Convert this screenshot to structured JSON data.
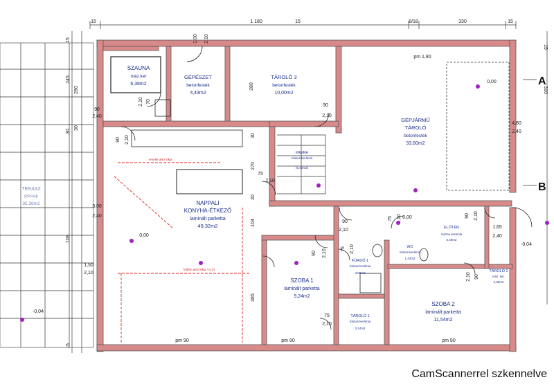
{
  "rooms": {
    "szauna": [
      "SZAUNA",
      "máz.ker",
      "6,38m2"
    ],
    "gepeszet": [
      "GÉPÉSZET",
      "betonfesték",
      "4,43m2"
    ],
    "tarolo3": [
      "TÁROLÓ 3",
      "betonfesték",
      "10,00m2"
    ],
    "garage": [
      "GÉPJÁRMŰ",
      "TÁROLÓ",
      "betonfesték",
      "33,60m2"
    ],
    "kamra": [
      "KAMRA",
      "mázas kerámia",
      "(5,40m2)"
    ],
    "nappali": [
      "NAPPALI",
      "KONYHA-ÉTKEZŐ",
      "laminált parketta",
      "49,32m2"
    ],
    "terasz": [
      "TERASZ",
      "greslap",
      "35,38m2"
    ],
    "eloter": [
      "ELŐTÉR",
      "mázas kerámia",
      "5,48m2"
    ],
    "furdo": [
      "FÜRDŐ 1",
      "mázas kerámia",
      "3,80m2"
    ],
    "wc": [
      "WC",
      "mázas kerámia",
      "1,43m2"
    ],
    "szoba1": [
      "SZOBA 1",
      "laminált parketta",
      "9,24m2"
    ],
    "tarolo1": [
      "TÁROLÓ 1",
      "mázas kerámia",
      "3,14m2"
    ],
    "szoba2": [
      "SZOBA 2",
      "laminált parketta",
      "11,54m2"
    ],
    "tarolo2": [
      "TÁROLÓ 2",
      "máz. ker.",
      "2,39m2"
    ]
  },
  "dims": {
    "top_total": "1 180",
    "top_15a": "15",
    "top_15b": "15",
    "top_15c": "15",
    "top_818": "8/18",
    "top_330": "330",
    "left_15": "15",
    "left_280": "280",
    "left_245": "245",
    "left_30": "30",
    "left_30b": "30",
    "left_108": "108",
    "left_15b": "15",
    "right_310": "310",
    "right_15": "15",
    "mid_280": "280",
    "mid_270": "270",
    "mid_385": "385",
    "mid_104": "104",
    "mid_30": "30",
    "mid_30b": "30",
    "pm180": "pm 1,80",
    "pm90a": "pm 90",
    "pm90b": "pm 90",
    "pm90c": "pm 90"
  },
  "doors": {
    "d1": [
      "1,00",
      "2,10"
    ],
    "d2": [
      "90",
      "2,10"
    ],
    "d3": [
      "90",
      "2,40"
    ],
    "d4": [
      "70",
      "2,10"
    ],
    "d5": [
      "90",
      "2,10"
    ],
    "d6": [
      "75",
      "2,10"
    ],
    "d7": [
      "90",
      "2,10"
    ],
    "d8": [
      "3,00",
      "2,40"
    ],
    "d9": [
      "1,50",
      "2,10"
    ],
    "d10": [
      "4,80",
      "2,40"
    ],
    "d11": [
      "1,65",
      "2,40"
    ],
    "d12": [
      "90",
      "2,10"
    ],
    "d13": [
      "75",
      "2,10"
    ],
    "d14": [
      "75",
      "2,10"
    ],
    "d15": [
      "90",
      "2,10"
    ],
    "d16": [
      "75",
      "2,10"
    ],
    "d17": [
      "90",
      "2,10"
    ]
  },
  "levels": {
    "garage": "0,00",
    "nappali": "0,00",
    "eloter": "0,00",
    "right": "-0,04",
    "terasz": "-0,04"
  },
  "notes": {
    "ceiling1": "emelet alsó síkja",
    "ceiling2": "födém alsó síkja +3,14"
  },
  "sections": {
    "a": "A",
    "b": "B"
  },
  "footer": {
    "scanner": "CamScannerrel szkennelve"
  }
}
